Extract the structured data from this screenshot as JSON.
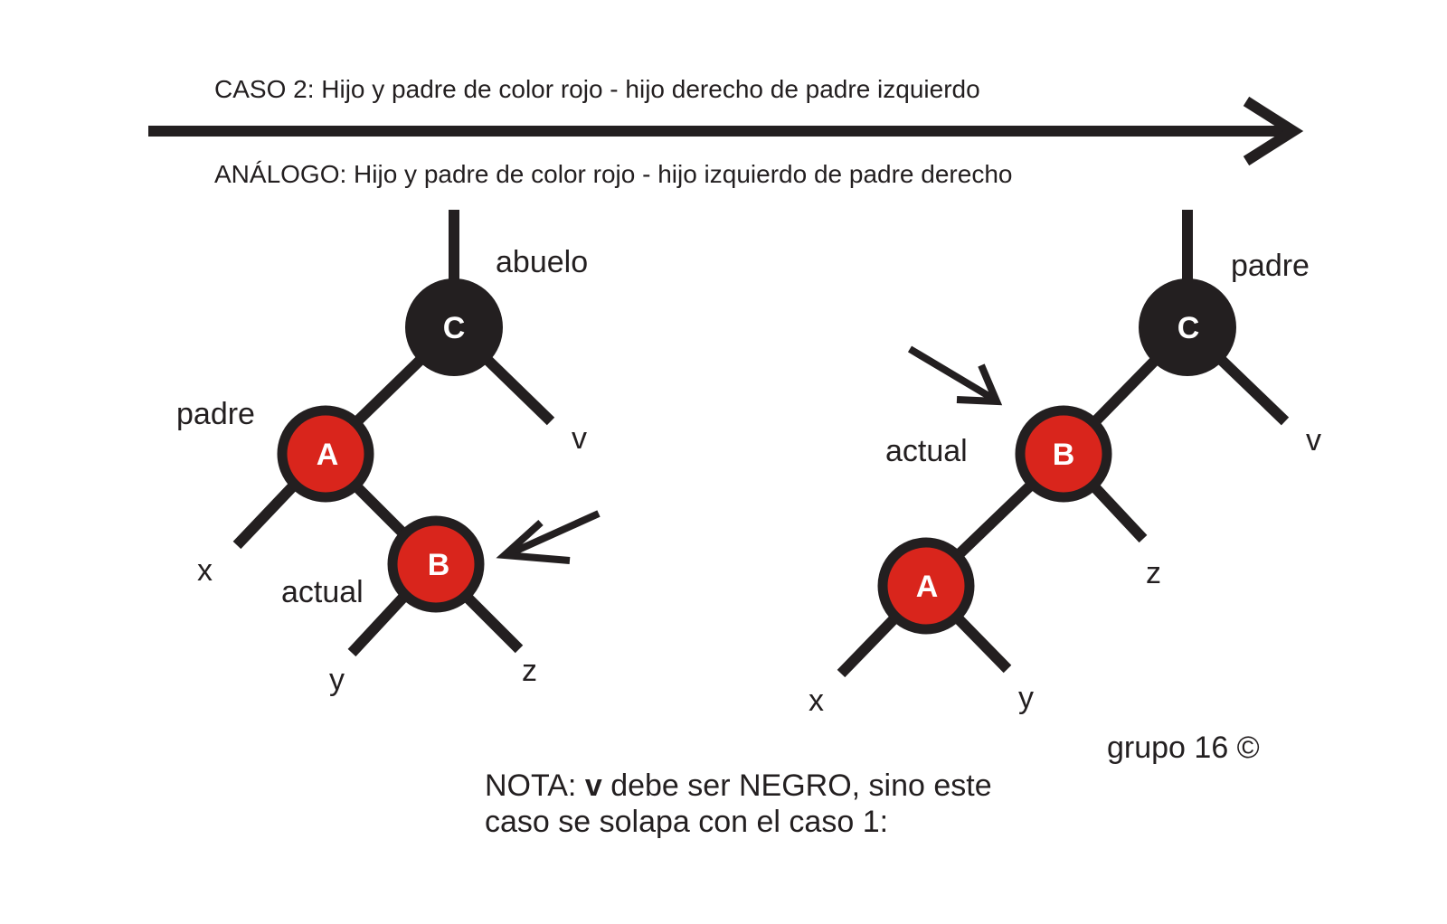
{
  "colors": {
    "ink": "#231f20",
    "red_node": "#d9251c",
    "black_node": "#231f20",
    "background": "#ffffff"
  },
  "header": {
    "case_caption": "CASO 2: Hijo y padre de color rojo - hijo derecho de padre izquierdo",
    "analog_caption": "ANÁLOGO: Hijo y padre de color rojo - hijo izquierdo de padre derecho"
  },
  "left_tree": {
    "nodes": [
      {
        "letter": "C",
        "color": "black"
      },
      {
        "letter": "A",
        "color": "red"
      },
      {
        "letter": "B",
        "color": "red"
      }
    ],
    "labels": {
      "grandparent": "abuelo",
      "parent": "padre",
      "current": "actual",
      "v": "v",
      "x": "x",
      "y": "y",
      "z": "z"
    }
  },
  "right_tree": {
    "nodes": [
      {
        "letter": "C",
        "color": "black"
      },
      {
        "letter": "B",
        "color": "red"
      },
      {
        "letter": "A",
        "color": "red"
      }
    ],
    "labels": {
      "parent": "padre",
      "current": "actual",
      "v": "v",
      "x": "x",
      "y": "y",
      "z": "z"
    }
  },
  "footer": {
    "credit": "grupo 16 ©",
    "note_line1_prefix": "NOTA: ",
    "note_line1_bold": "v",
    "note_line1_suffix": " debe ser NEGRO, sino este",
    "note_line2": "caso se solapa con el caso 1:"
  }
}
